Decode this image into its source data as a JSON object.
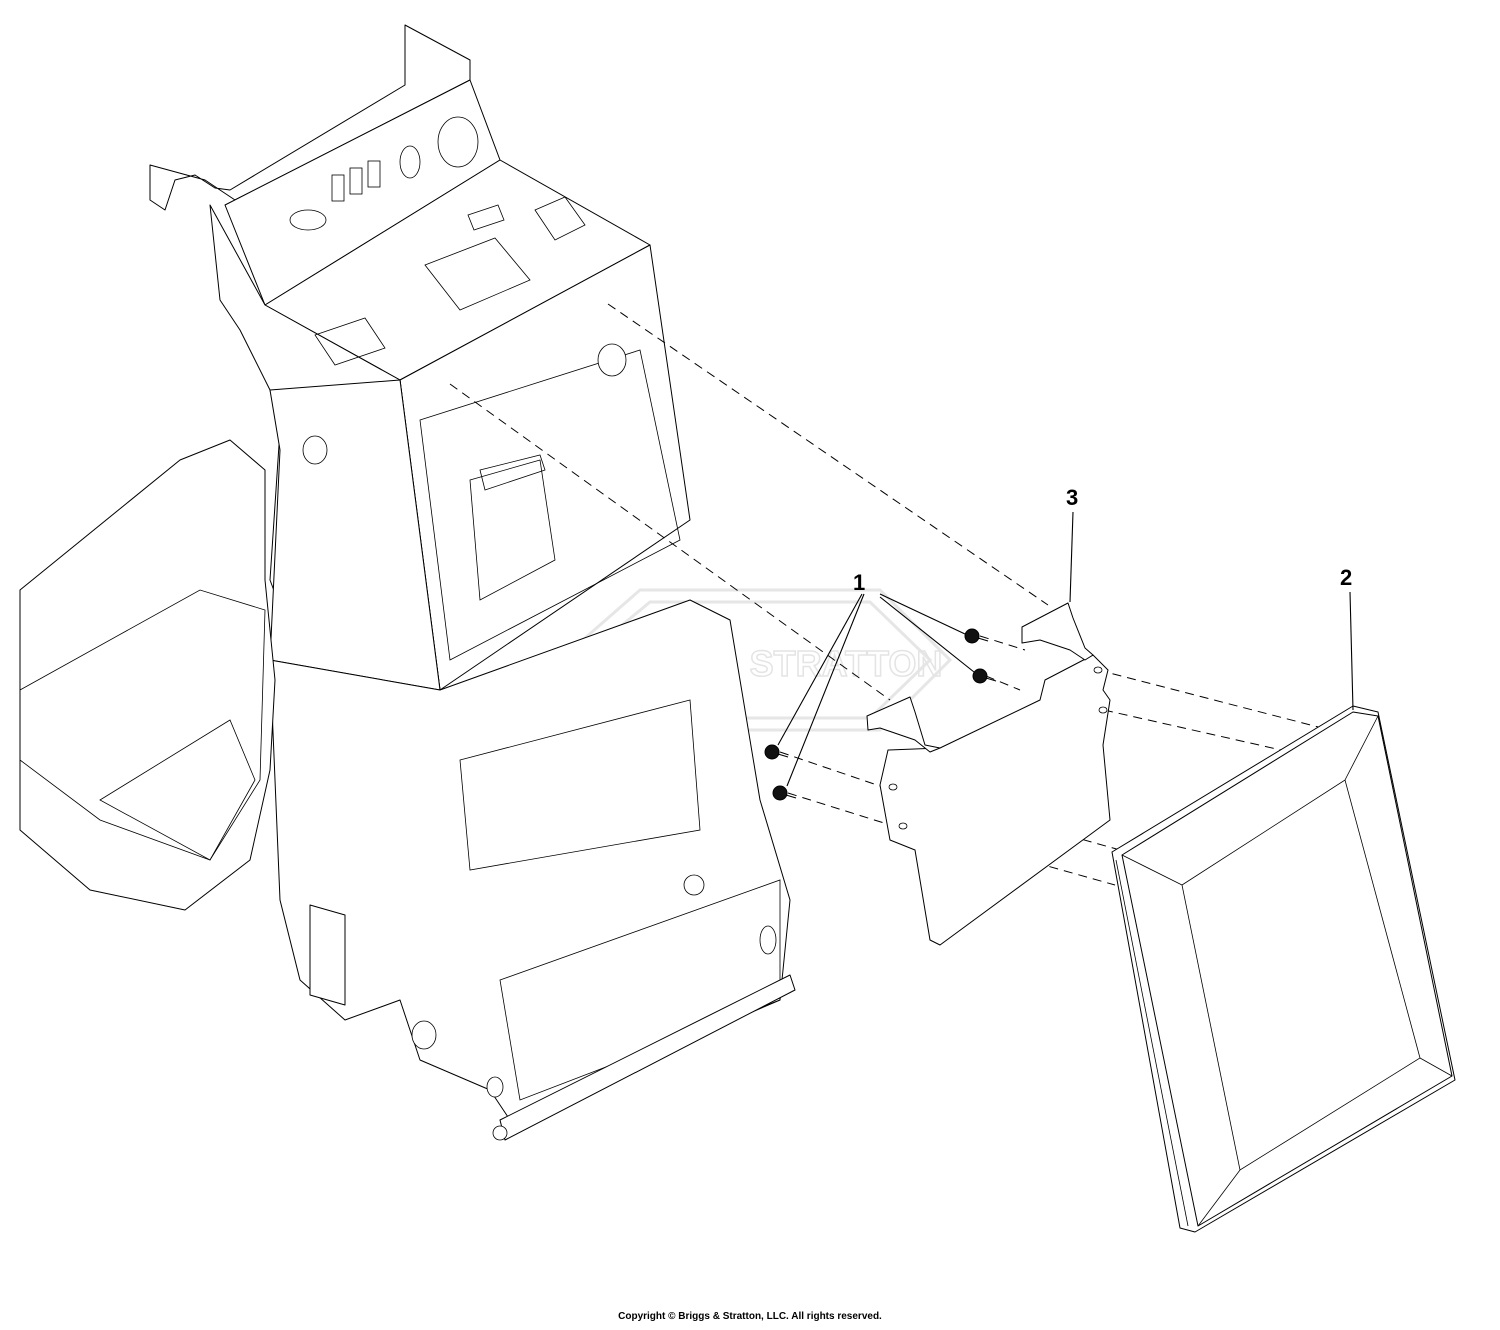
{
  "watermark": {
    "brand_text": "BRIGGS & STRATTON"
  },
  "callouts": [
    {
      "id": "1",
      "label": "1"
    },
    {
      "id": "2",
      "label": "2"
    },
    {
      "id": "3",
      "label": "3"
    }
  ],
  "footer": {
    "copyright": "Copyright © Briggs & Stratton, LLC. All rights reserved."
  }
}
